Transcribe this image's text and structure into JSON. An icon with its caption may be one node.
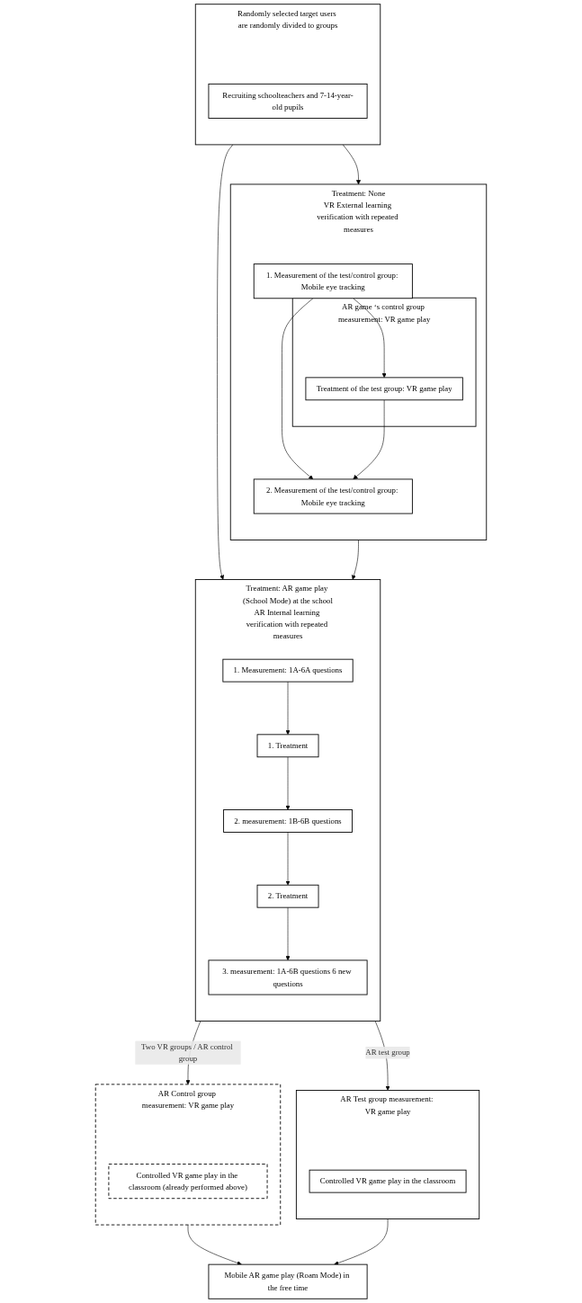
{
  "diagram": {
    "nodes": [
      {
        "text": [
          "Randomly selected target users are randomly divided to groups"
        ]
      },
      {
        "text": [
          "Recruiting schoolteachers and 7-14-year-old pupils"
        ],
        "in": 0
      },
      {
        "text": [
          "Treatment: None",
          "VR External learning verification with repeated measures"
        ]
      },
      {
        "text": [
          "1. Measurement of the test/control group: Mobile eye tracking"
        ],
        "in": 2
      },
      {
        "text": [
          "AR game ‘s control group measurement: VR game play"
        ],
        "in": 2
      },
      {
        "text": [
          "Treatment of the test group: VR game play"
        ],
        "in": 4
      },
      {
        "text": [
          "2. Measurement of the test/control group: Mobile eye tracking"
        ],
        "in": 2
      },
      {
        "text": [
          "Treatment: AR game play (School Mode) at the school",
          "AR Internal learning verification with repeated measures"
        ]
      },
      {
        "text": [
          "1. Measurement: 1A-6A questions"
        ],
        "in": 7
      },
      {
        "text": [
          "1. Treatment"
        ],
        "in": 7
      },
      {
        "text": [
          "2. measurement: 1B-6B questions"
        ],
        "in": 7
      },
      {
        "text": [
          "2. Treatment"
        ],
        "in": 7
      },
      {
        "text": [
          "3. measurement: 1A-6B questions 6 new questions"
        ],
        "in": 7
      },
      {
        "text": [
          "AR Control group measurement: VR game play"
        ]
      },
      {
        "text": [
          "Controlled VR game play in the classroom (already performed above)"
        ],
        "in": 13
      },
      {
        "text": [
          "AR Test group measurement: VR game play"
        ]
      },
      {
        "text": [
          "Controlled VR game play in the classroom"
        ],
        "in": 15
      },
      {
        "text": [
          "Mobile AR game play (Roam Mode) in the free time"
        ]
      }
    ],
    "edges": [
      {
        "from": 0,
        "to": 2,
        "arrow": "to"
      },
      {
        "from": 0,
        "to": 7,
        "arrow": "to"
      },
      {
        "from": 3,
        "to": 5,
        "arrow": "to"
      },
      {
        "from": 3,
        "to": 6,
        "arrow": "to"
      },
      {
        "from": 5,
        "to": 6,
        "arrow": "to"
      },
      {
        "from": 2,
        "to": 7,
        "arrow": "to"
      },
      {
        "from": 8,
        "to": 9,
        "arrow": "to"
      },
      {
        "from": 9,
        "to": 10,
        "arrow": "to"
      },
      {
        "from": 10,
        "to": 11,
        "arrow": "to"
      },
      {
        "from": 11,
        "to": 12,
        "arrow": "to"
      },
      {
        "from": 7,
        "to": 13,
        "label": "Two VR groups / AR control group",
        "arrow": "to"
      },
      {
        "from": 7,
        "to": 15,
        "label": "AR test group",
        "arrow": "to"
      },
      {
        "from": 13,
        "to": 17,
        "arrow": "to"
      },
      {
        "from": 15,
        "to": 17,
        "arrow": "to"
      }
    ]
  }
}
